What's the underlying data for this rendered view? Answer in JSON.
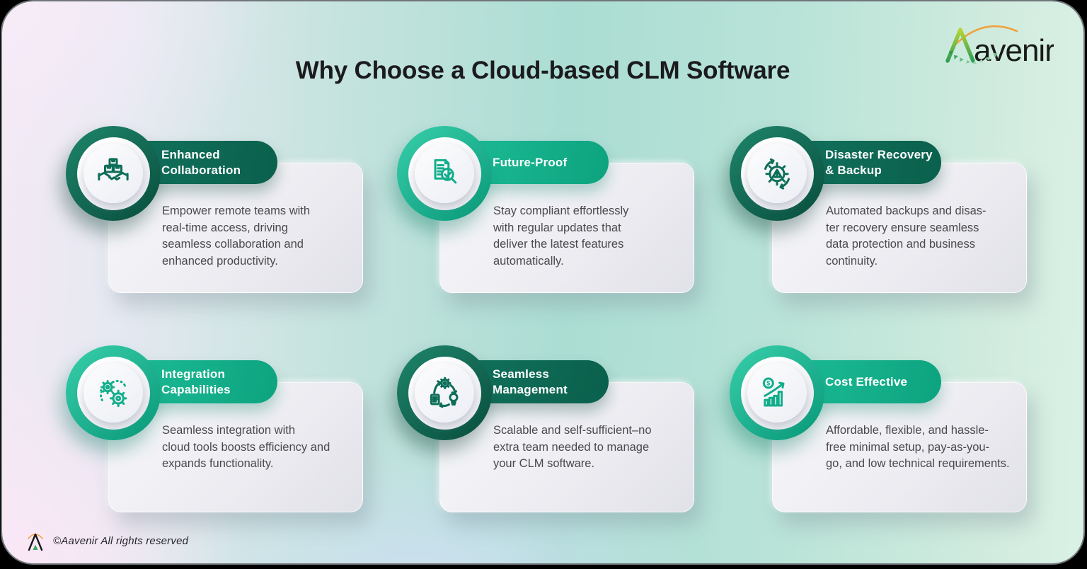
{
  "page": {
    "title": "Why Choose a Cloud-based CLM Software"
  },
  "brand": {
    "name": "Aavenir",
    "wordmark_rest": "avenir",
    "footer_text": "©Aavenir All rights reserved"
  },
  "colors": {
    "dark_green": "#0d6e58",
    "teal": "#13b28e",
    "accent_orange": "#f0a13e",
    "title_text": "#1b1b1d",
    "body_text": "#4a4a4c",
    "card_background": "#eeeef3"
  },
  "cards": [
    {
      "id": "enhanced-collaboration",
      "title": "Enhanced\nCollaboration",
      "description": "Empower remote teams with\nreal-time access, driving\nseamless collaboration and\nenhanced productivity.",
      "icon": "handshake-boxes-icon",
      "theme": "dark"
    },
    {
      "id": "future-proof",
      "title": "Future-Proof",
      "description": "Stay compliant effortlessly\nwith regular updates that\ndeliver the latest features\nautomatically.",
      "icon": "document-magnifier-check-icon",
      "theme": "teal"
    },
    {
      "id": "disaster-recovery-backup",
      "title": "Disaster Recovery\n& Backup",
      "description": "Automated backups and disas-\nter recovery ensure seamless\ndata protection and business\ncontinuity.",
      "icon": "gear-warning-recovery-icon",
      "theme": "dark"
    },
    {
      "id": "integration-capabilities",
      "title": "Integration\nCapabilities",
      "description": "Seamless integration with\ncloud tools boosts efficiency and\nexpands functionality.",
      "icon": "connected-gears-icon",
      "theme": "teal"
    },
    {
      "id": "seamless-management",
      "title": "Seamless\nManagement",
      "description": "Scalable and self-sufficient–no\nextra team needed to manage\nyour CLM software.",
      "icon": "process-cycle-icon",
      "theme": "dark"
    },
    {
      "id": "cost-effective",
      "title": "Cost Effective",
      "description": "Affordable, flexible, and hassle-\nfree minimal setup, pay-as-you-\ngo, and low technical requirements.",
      "icon": "growth-chart-dollar-icon",
      "theme": "teal"
    }
  ]
}
